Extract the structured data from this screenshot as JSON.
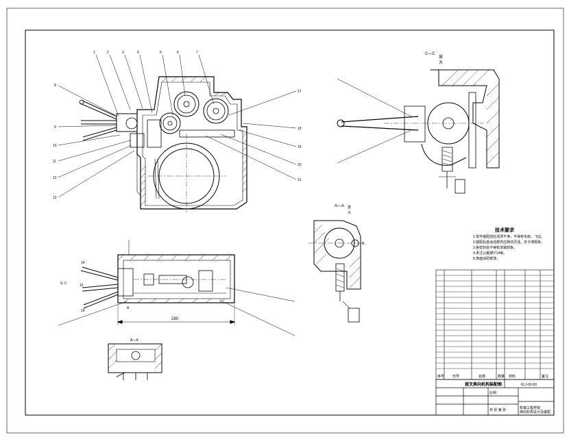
{
  "drawing": {
    "dimension_main": "280",
    "section_label_top_right": "C—C",
    "section_label_top_right_sub": "放\n大",
    "section_label_middle": "A—A",
    "section_label_middle_sub": "放\n大",
    "section_label_bottom": "A—A",
    "left_markers": [
      "G",
      "C"
    ],
    "left_marker_numbers": [
      "14",
      "15",
      "16"
    ],
    "side_marker": "B",
    "bottom_marker": "A"
  },
  "tech_requirements": {
    "title": "技术要求",
    "lines": [
      "1.零件装配前应清洗干净，不得有毛刺、飞边。",
      "2.装配后各运动部件应转动灵活，无卡滞现象。",
      "3.各密封处不得有渗漏现象。",
      "4.未注公差按IT14级。",
      "5.表面涂防锈漆。"
    ]
  },
  "title_block": {
    "drawing_title": "拨叉换向机构装配图",
    "drawing_number": "KLJ-00-00",
    "school": "机械工程学院",
    "project": "换向机构设计及装配",
    "scale_label": "比例",
    "sheet_label": "共 张 第 张",
    "columns": [
      "序号",
      "代号",
      "名称",
      "数量",
      "材料",
      "备注"
    ]
  }
}
